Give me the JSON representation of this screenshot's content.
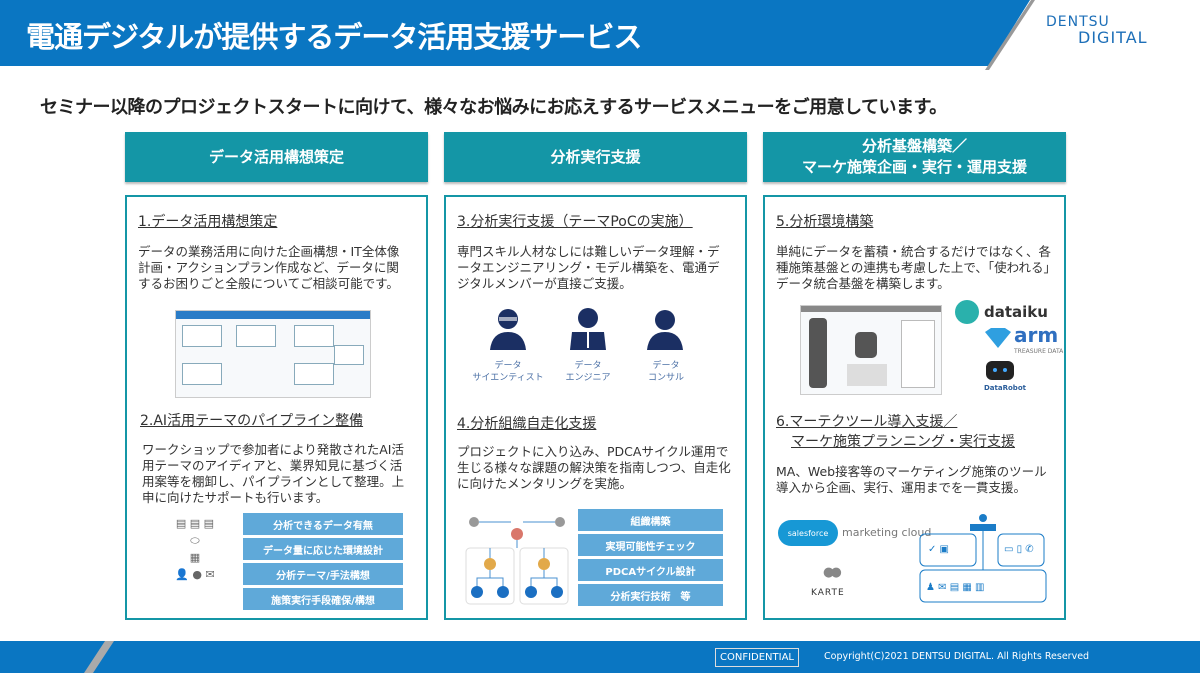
{
  "header": {
    "title": "電通デジタルが提供するデータ活用支援サービス",
    "logo_line1": "DENTSU",
    "logo_line2": "DIGITAL"
  },
  "subtitle": "セミナー以降のプロジェクトスタートに向けて、様々なお悩みにお応えするサービスメニューをご用意しています。",
  "categories": [
    "データ活用構想策定",
    "分析実行支援",
    "分析基盤構築／\nマーケ施策企画・実行・運用支援"
  ],
  "col1": {
    "s1_title": "1.データ活用構想策定",
    "s1_text": "データの業務活用に向けた企画構想・IT全体像計画・アクションプラン作成など、データに関するお困りごと全般についてご相談可能です。",
    "s2_title": "2.AI活用テーマのパイプライン整備",
    "s2_text": "ワークショップで参加者により発散されたAI活用テーマのアイディアと、業界知見に基づく活用案等を棚卸し、パイプラインとして整理。上申に向けたサポートも行います。",
    "buttons": [
      "分析できるデータ有無",
      "データ量に応じた環境設計",
      "分析テーマ/手法構想",
      "施策実行手段確保/構想"
    ]
  },
  "col2": {
    "s3_title": "3.分析実行支援（テーマPoCの実施）",
    "s3_text": "専門スキル人材なしには難しいデータ理解・データエンジニアリング・モデル構築を、電通デジタルメンバーが直接ご支援。",
    "roles": [
      {
        "l1": "データ",
        "l2": "サイエンティスト"
      },
      {
        "l1": "データ",
        "l2": "エンジニア"
      },
      {
        "l1": "データ",
        "l2": "コンサル"
      }
    ],
    "s4_title": "4.分析組織自走化支援",
    "s4_text": "プロジェクトに入り込み、PDCAサイクル運用で生じる様々な課題の解決策を指南しつつ、自走化に向けたメンタリングを実施。",
    "buttons": [
      "組織構築",
      "実現可能性チェック",
      "PDCAサイクル設計",
      "分析実行技術　等"
    ]
  },
  "col3": {
    "s5_title": "5.分析環境構築",
    "s5_text": "単純にデータを蓄積・統合するだけではなく、各種施策基盤との連携も考慮した上で、「使われる」データ統合基盤を構築します。",
    "tools": [
      "dataiku",
      "arm",
      "TREASURE DATA",
      "DataRobot"
    ],
    "s6_title_1": "6.マーテクツール導入支援／",
    "s6_title_2": "マーケ施策プランニング・実行支援",
    "s6_text": "MA、Web接客等のマーケティング施策のツール導入から企画、実行、運用までを一貫支援。",
    "mkt_tools": [
      "salesforce",
      "marketing cloud",
      "KARTE"
    ]
  },
  "footer": {
    "confidential": "CONFIDENTIAL",
    "copyright": "Copyright(C)2021 DENTSU DIGITAL. All Rights Reserved"
  },
  "colors": {
    "brand": "#0a76c2",
    "teal": "#1496a6",
    "button": "#5fa9d9"
  }
}
